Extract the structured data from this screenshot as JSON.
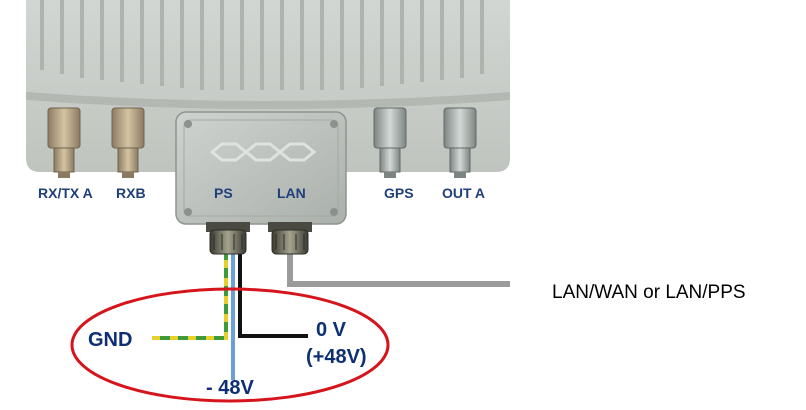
{
  "ports": {
    "rxtx_a": "RX/TX A",
    "rxb": "RXB",
    "ps": "PS",
    "lan": "LAN",
    "gps": "GPS",
    "out_a": "OUT A"
  },
  "power_wires": {
    "gnd": "GND",
    "zero_v": "0 V",
    "plus48": "(+48V)",
    "minus48": "- 48V"
  },
  "lan_cable_label": "LAN/WAN or LAN/PPS",
  "colors": {
    "port_label": "#1f3f7a",
    "power_label": "#0e2f73",
    "highlight_ellipse": "#d6141c",
    "wire_gnd_yellow": "#e8cf2c",
    "wire_gnd_green": "#3e9a3a",
    "wire_minus48": "#6c9fd8",
    "wire_zero_v": "#111111",
    "lan_cable": "#9b9b9b",
    "housing": "#c8ccc8",
    "junction_box": "#b9beba"
  },
  "icons": {
    "rf_connector": "sma-connector-icon",
    "cable_gland": "cable-gland-icon",
    "logo": "honeycomb-logo-icon"
  }
}
